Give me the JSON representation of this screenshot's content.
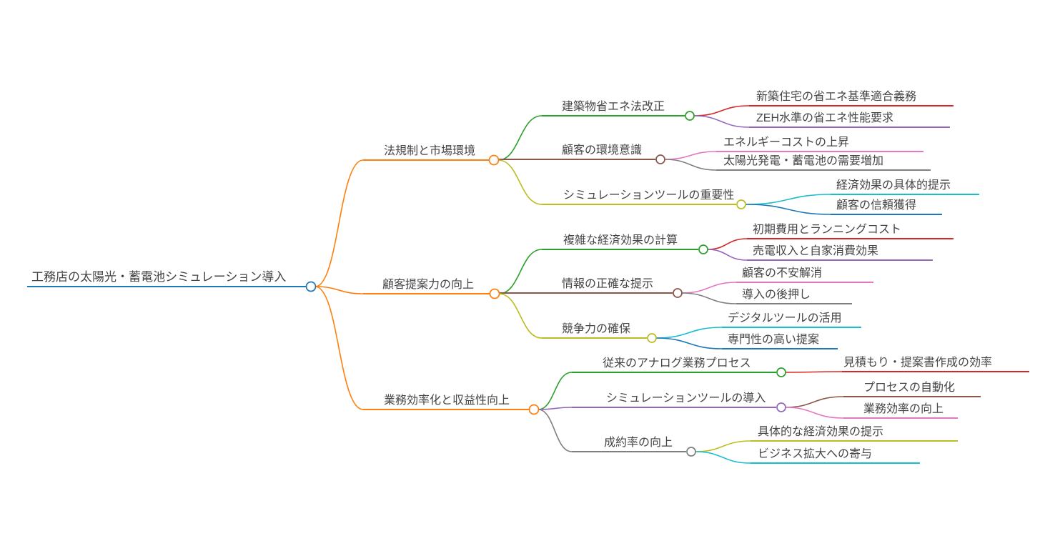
{
  "colors": {
    "blue": "#1f77b4",
    "orange": "#ff7f0e",
    "green": "#2ca02c",
    "red": "#d62728",
    "purple": "#9467bd",
    "brown": "#8c564b",
    "pink": "#e377c2",
    "gray": "#7f7f7f",
    "olive": "#bcbd22",
    "cyan": "#17becf"
  },
  "mindmap": {
    "root": {
      "label": "工務店の太陽光・蓄電池シミュレーション導入",
      "color": "blue"
    },
    "branches": [
      {
        "label": "法規制と市場環境",
        "color": "orange",
        "children": [
          {
            "label": "建築物省エネ法改正",
            "color": "green",
            "children": [
              {
                "label": "新築住宅の省エネ基準適合義務",
                "color": "red"
              },
              {
                "label": "ZEH水準の省エネ性能要求",
                "color": "purple"
              }
            ]
          },
          {
            "label": "顧客の環境意識",
            "color": "brown",
            "children": [
              {
                "label": "エネルギーコストの上昇",
                "color": "pink"
              },
              {
                "label": "太陽光発電・蓄電池の需要増加",
                "color": "gray"
              }
            ]
          },
          {
            "label": "シミュレーションツールの重要性",
            "color": "olive",
            "children": [
              {
                "label": "経済効果の具体的提示",
                "color": "cyan"
              },
              {
                "label": "顧客の信頼獲得",
                "color": "blue"
              }
            ]
          }
        ]
      },
      {
        "label": "顧客提案力の向上",
        "color": "orange",
        "children": [
          {
            "label": "複雑な経済効果の計算",
            "color": "green",
            "children": [
              {
                "label": "初期費用とランニングコスト",
                "color": "red"
              },
              {
                "label": "売電収入と自家消費効果",
                "color": "purple"
              }
            ]
          },
          {
            "label": "情報の正確な提示",
            "color": "brown",
            "children": [
              {
                "label": "顧客の不安解消",
                "color": "pink"
              },
              {
                "label": "導入の後押し",
                "color": "gray"
              }
            ]
          },
          {
            "label": "競争力の確保",
            "color": "olive",
            "children": [
              {
                "label": "デジタルツールの活用",
                "color": "cyan"
              },
              {
                "label": "専門性の高い提案",
                "color": "blue"
              }
            ]
          }
        ]
      },
      {
        "label": "業務効率化と収益性向上",
        "color": "orange",
        "children": [
          {
            "label": "従来のアナログ業務プロセス",
            "color": "green",
            "children": [
              {
                "label": "見積もり・提案書作成の効率",
                "color": "red"
              }
            ]
          },
          {
            "label": "シミュレーションツールの導入",
            "color": "purple",
            "children": [
              {
                "label": "プロセスの自動化",
                "color": "brown"
              },
              {
                "label": "業務効率の向上",
                "color": "pink"
              }
            ]
          },
          {
            "label": "成約率の向上",
            "color": "gray",
            "children": [
              {
                "label": "具体的な経済効果の提示",
                "color": "olive"
              },
              {
                "label": "ビジネス拡大への寄与",
                "color": "cyan"
              }
            ]
          }
        ]
      }
    ]
  }
}
